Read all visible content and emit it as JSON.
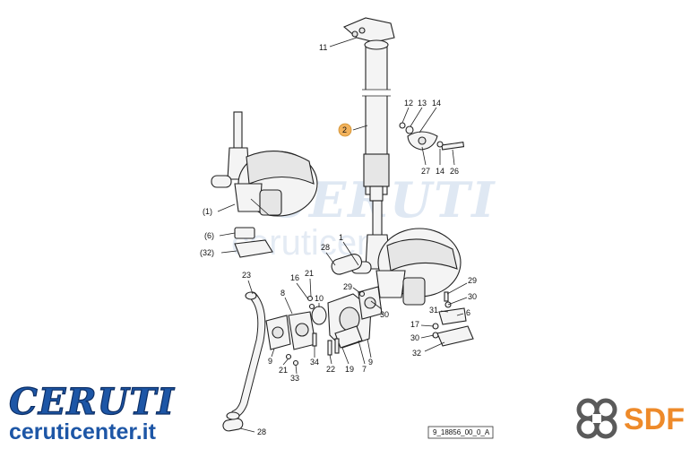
{
  "watermark": {
    "brand": "CERUTI",
    "url": "ceruticenter.it"
  },
  "logos": {
    "left_brand": "CERUTI",
    "left_url": "ceruticenter.it",
    "right_brand": "SDF"
  },
  "drawing_code": "9_18856_00_0_A",
  "labels": {
    "l11": "11",
    "l2": "2",
    "l12": "12",
    "l13": "13",
    "l14a": "14",
    "l27": "27",
    "l14b": "14",
    "l26": "26",
    "l1p": "(1)",
    "l6p": "(6)",
    "l32p": "(32)",
    "l1": "1",
    "l28a": "28",
    "l23": "23",
    "l16": "16",
    "l21a": "21",
    "l10": "10",
    "l8": "8",
    "l29a": "29",
    "l30a": "30",
    "l29b": "29",
    "l30b": "30",
    "l31": "31",
    "l6": "6",
    "l17": "17",
    "l30c": "30",
    "l32": "32",
    "l9a": "9",
    "l21b": "21",
    "l33": "33",
    "l34": "34",
    "l22": "22",
    "l19": "19",
    "l9b": "9",
    "l7": "7",
    "l28b": "28"
  },
  "colors": {
    "ceruti_blue": "#1d56a6",
    "sdf_orange": "#ee8a2a",
    "badge_orange": "#f2b25c"
  }
}
